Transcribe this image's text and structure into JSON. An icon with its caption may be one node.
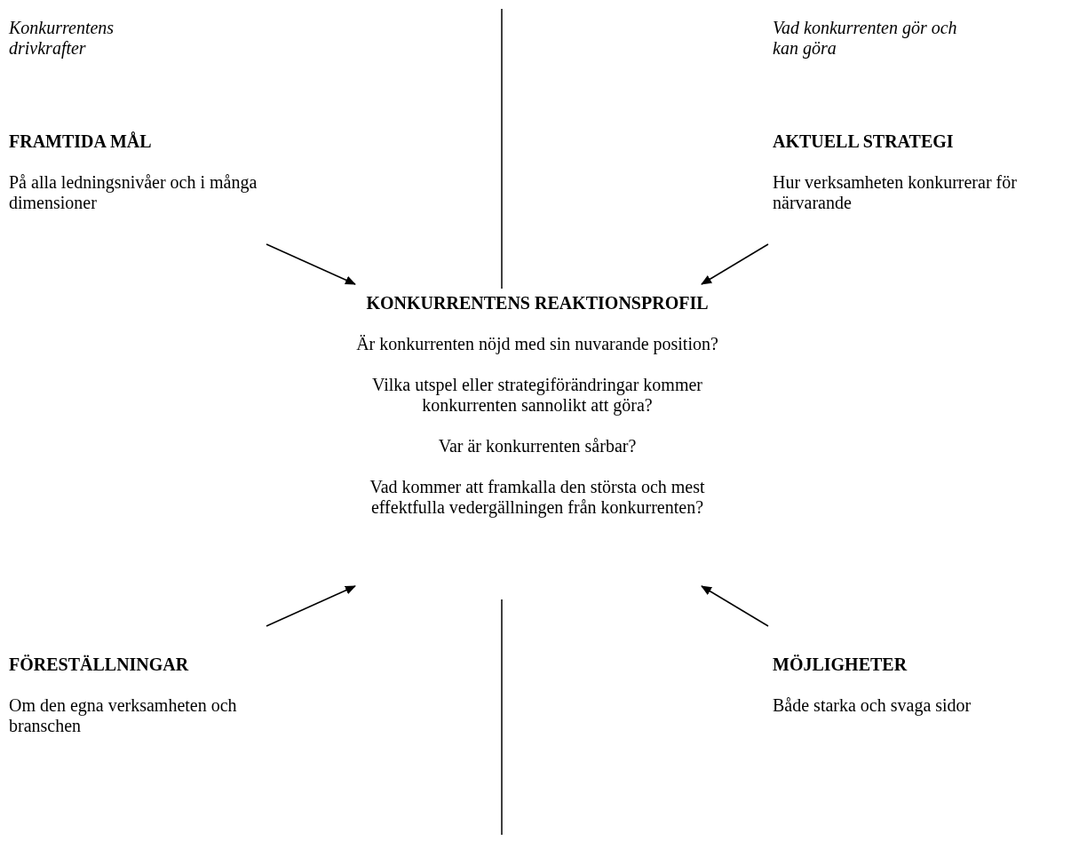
{
  "diagram": {
    "nodes": [
      {
        "text": [
          "FRAMTIDA MÅL",
          "På alla ledningsnivåer och i många dimensioner"
        ]
      },
      {
        "text": [
          "AKTUELL STRATEGI",
          "Hur verksamheten konkurrerar för närvarande"
        ]
      },
      {
        "text": [
          "KONKURRENTENS REAKTIONSPROFIL",
          "Är konkurrenten nöjd med sin nuvarande position?",
          "Vilka utspel eller strategiförändringar kommer konkurrenten sannolikt att göra?",
          "Var är konkurrenten sårbar?",
          "Vad kommer att framkalla den största och mest effektfulla vedergällningen från konkurrenten?"
        ]
      },
      {
        "text": [
          "FÖRESTÄLLNINGAR",
          "Om den egna verksamheten och branschen"
        ]
      },
      {
        "text": [
          "MÖJLIGHETER",
          "Både starka och svaga sidor"
        ]
      }
    ],
    "edges": [
      {
        "from": 0,
        "to": 2,
        "arrow": "to"
      },
      {
        "from": 1,
        "to": 2,
        "arrow": "to"
      },
      {
        "from": 3,
        "to": 2,
        "arrow": "to"
      },
      {
        "from": 4,
        "to": 2,
        "arrow": "to"
      }
    ],
    "labels": [
      "Konkurrentens drivkrafter",
      "Vad konkurrenten gör och kan göra"
    ]
  }
}
